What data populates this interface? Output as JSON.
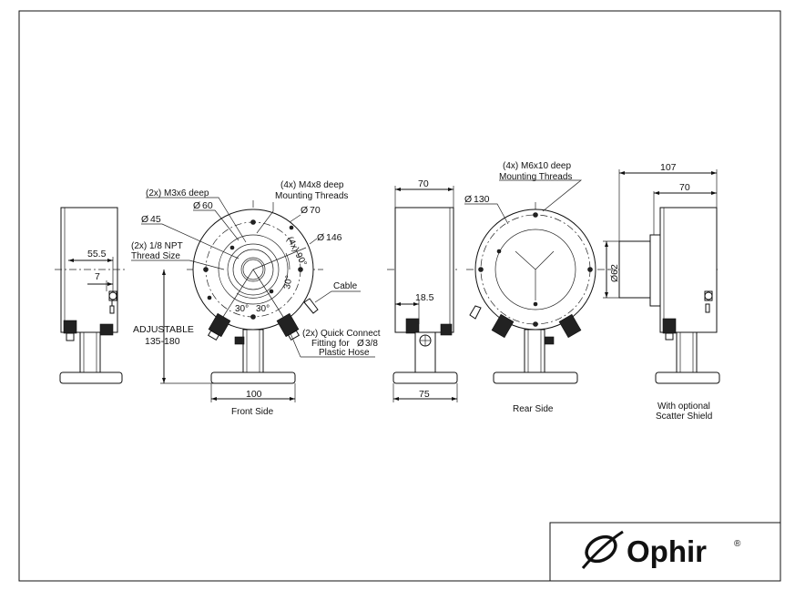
{
  "views": {
    "side": {
      "dim_55_5": "55.5",
      "dim_7": "7",
      "adjustable_line1": "ADJUSTABLE",
      "adjustable_line2": "135-180"
    },
    "front": {
      "m3x6_label": "(2x) M3x6 deep",
      "m4x8_line1": "(4x) M4x8 deep",
      "m4x8_line2": "Mounting Threads",
      "dia60": "60",
      "dia45": "45",
      "dia70": "70",
      "dia146": "146",
      "npt_line1": "(2x) 1/8 NPT",
      "npt_line2": "Thread Size",
      "angle_4x90": "(4x) 90°",
      "angle_30_right": "30°",
      "angle_30_left": "30°",
      "angle_30_mid": "30°",
      "cable": "Cable",
      "quick_line1": "(2x) Quick Connect",
      "quick_line2": "Fitting for",
      "quick_line2b": "3/8",
      "quick_line3": "Plastic Hose",
      "width_100": "100",
      "caption": "Front Side"
    },
    "middle": {
      "dim_70": "70",
      "dim_18_5": "18.5",
      "dim_75": "75"
    },
    "rear": {
      "threads_line1": "(4x) M6x10 deep",
      "threads_line2": "Mounting Threads",
      "dia130": "130",
      "caption": "Rear Side"
    },
    "shield": {
      "dim_107": "107",
      "dim_70": "70",
      "dia62": "62",
      "caption_line1": "With optional",
      "caption_line2": "Scatter Shield"
    },
    "diameter_symbol": "Ø"
  },
  "brand": {
    "name": "Ophir",
    "mark": "®"
  }
}
